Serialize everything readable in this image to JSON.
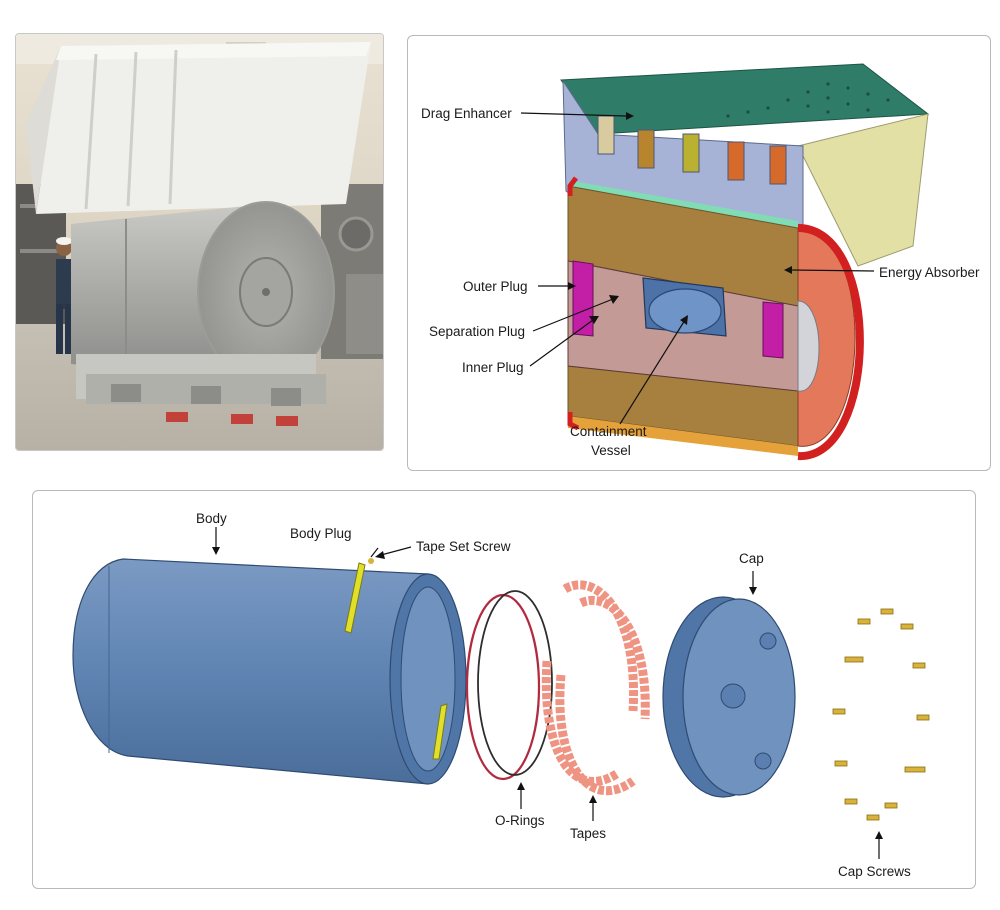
{
  "cutaway": {
    "labels": {
      "drag_enhancer": "Drag Enhancer",
      "energy_absorber": "Energy Absorber",
      "outer_plug": "Outer Plug",
      "separation_plug": "Separation Plug",
      "inner_plug": "Inner Plug",
      "containment_line1": "Containment",
      "containment_line2": "Vessel"
    }
  },
  "exploded": {
    "labels": {
      "body": "Body",
      "body_plug": "Body Plug",
      "tape_set_screw": "Tape Set Screw",
      "cap": "Cap",
      "o_rings": "O-Rings",
      "tapes": "Tapes",
      "cap_screws": "Cap Screws"
    }
  },
  "colors": {
    "drag_top": "#2f7d68",
    "drag_front": "#a7b3d6",
    "drag_side": "#e3e0a6",
    "absorber": "#a77f3f",
    "absorber_end": "#e3795a",
    "end_ring": "#d21f1f",
    "plug_magenta": "#c21fa6",
    "body_blue": "#5f84b3",
    "tape_salmon": "#ef9482",
    "screw_gold": "#d8b23a"
  }
}
